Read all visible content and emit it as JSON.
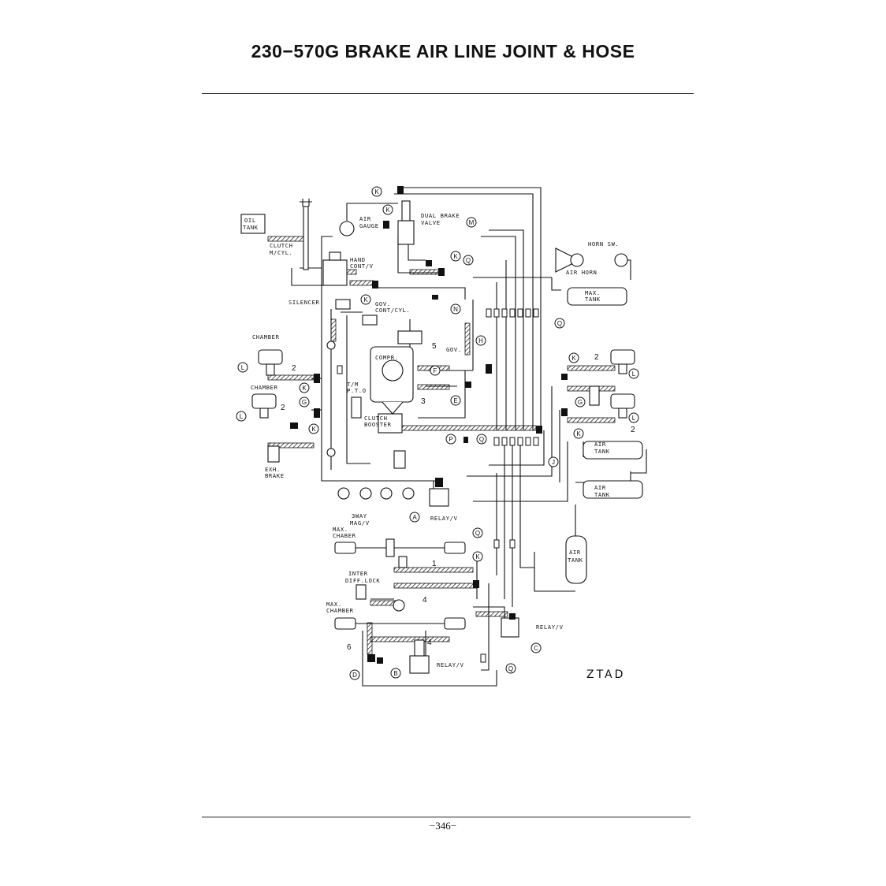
{
  "header": {
    "title": "230−570G   BRAKE AIR LINE JOINT & HOSE"
  },
  "footer": {
    "page_number": "−346−"
  },
  "diagram": {
    "code": "ZTAD",
    "labels": {
      "oil_tank": [
        "OIL",
        "TANK"
      ],
      "clutch_mcyl": [
        "CLUTCH",
        "M/CYL."
      ],
      "air_gauge": [
        "AIR",
        "GAUGE"
      ],
      "dual_brake_valve": [
        "DUAL BRAKE",
        "VALVE"
      ],
      "hand_contv": [
        "HAND",
        "CONT/V"
      ],
      "horn_sw": "HORN SW.",
      "air_horn": "AIR HORN",
      "max_tank": [
        "MAX.",
        "TANK"
      ],
      "silencer": "SILENCER",
      "gov_contcyl": [
        "GOV.",
        "CONT/CYL."
      ],
      "chamber_1": "CHAMBER",
      "chamber_2": "CHAMBER",
      "compr": "COMPR.",
      "gov": "GOV.",
      "tm_pto": [
        "T/M",
        "P.T.O"
      ],
      "clutch_booster": [
        "CLUTCH",
        "BOOSTER"
      ],
      "exh_brake": [
        "EXH.",
        "BRAKE"
      ],
      "air_tank_1": [
        "AIR",
        "TANK"
      ],
      "air_tank_2": [
        "AIR",
        "TANK"
      ],
      "air_tank_3": [
        "AIR",
        "TANK"
      ],
      "way3_magv": [
        "3WAY",
        "MAG/V"
      ],
      "relay_v_1": "RELAY/V",
      "max_chaber": [
        "MAX.",
        "CHABER"
      ],
      "inter_diff_lock": [
        "INTER",
        "DIFF.LOCK"
      ],
      "max_chamber": [
        "MAX.",
        "CHAMBER"
      ],
      "relay_v_2": "RELAY/V",
      "relay_v_3": "RELAY/V"
    },
    "callouts": {
      "k_top": "K",
      "k_gauge": "K",
      "m": "M",
      "k_dual": "K",
      "q_dual": "Q",
      "k_gov": "K",
      "n": "N",
      "q_right": "Q",
      "h": "H",
      "f": "F",
      "e": "E",
      "l_left1": "L",
      "k_left1": "K",
      "l_left2": "L",
      "g_left": "G",
      "k_left2": "K",
      "k_right1": "K",
      "l_right1": "L",
      "g_right": "G",
      "l_right2": "L",
      "k_right2": "K",
      "p": "P",
      "q_mid": "Q",
      "j": "J",
      "a": "A",
      "q_lower": "Q",
      "k_lower": "K",
      "c": "C",
      "q_bottom": "Q",
      "b": "B",
      "d": "D"
    },
    "hose_numbers": {
      "n5": "5",
      "n3": "3",
      "n2_left1": "2",
      "n2_left2": "2",
      "n2_right1": "2",
      "n2_right2": "2",
      "n1": "1",
      "n4_a": "4",
      "n4_b": "4",
      "n6": "6"
    }
  }
}
